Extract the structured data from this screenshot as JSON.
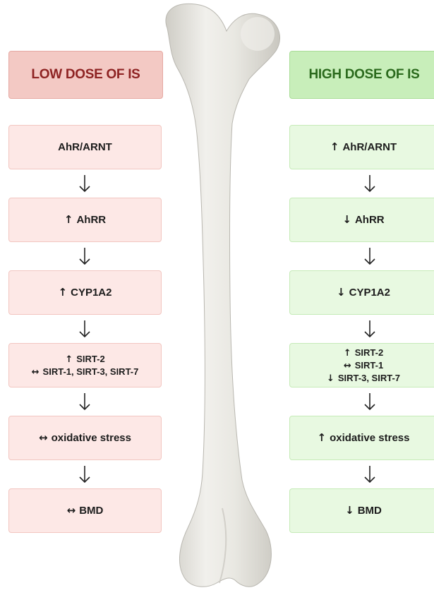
{
  "left": {
    "title": "LOW DOSE OF IS",
    "boxes": [
      {
        "lines": [
          {
            "arrow": "",
            "text": "AhR/ARNT"
          }
        ]
      },
      {
        "lines": [
          {
            "arrow": "↑",
            "text": "AhRR"
          }
        ]
      },
      {
        "lines": [
          {
            "arrow": "↑",
            "text": "CYP1A2"
          }
        ]
      },
      {
        "lines": [
          {
            "arrow": "↑",
            "text": "SIRT-2"
          },
          {
            "arrow": "↔",
            "text": "SIRT-1, SIRT-3, SIRT-7"
          }
        ]
      },
      {
        "lines": [
          {
            "arrow": "↔",
            "text": "oxidative stress"
          }
        ]
      },
      {
        "lines": [
          {
            "arrow": "↔",
            "text": "BMD"
          }
        ]
      }
    ]
  },
  "right": {
    "title": "HIGH DOSE OF IS",
    "boxes": [
      {
        "lines": [
          {
            "arrow": "↑",
            "text": "AhR/ARNT"
          }
        ]
      },
      {
        "lines": [
          {
            "arrow": "↓",
            "text": "AhRR"
          }
        ]
      },
      {
        "lines": [
          {
            "arrow": "↓",
            "text": "CYP1A2"
          }
        ]
      },
      {
        "lines": [
          {
            "arrow": "↑",
            "text": "SIRT-2"
          },
          {
            "arrow": "↔",
            "text": "SIRT-1"
          },
          {
            "arrow": "↓",
            "text": "SIRT-3, SIRT-7"
          }
        ]
      },
      {
        "lines": [
          {
            "arrow": "↑",
            "text": "oxidative stress"
          }
        ]
      },
      {
        "lines": [
          {
            "arrow": "↓",
            "text": "BMD"
          }
        ]
      }
    ]
  },
  "colors": {
    "low_header_bg": "#f3c9c4",
    "low_header_text": "#8e2323",
    "low_box_bg": "#fde8e6",
    "high_header_bg": "#c8eeba",
    "high_header_text": "#2b6a1d",
    "high_box_bg": "#e8f9e1",
    "bone": "#e9e8e2"
  },
  "icons": {
    "flow_arrow": "down-arrow-icon",
    "illustration": "femur-bone-illustration"
  }
}
